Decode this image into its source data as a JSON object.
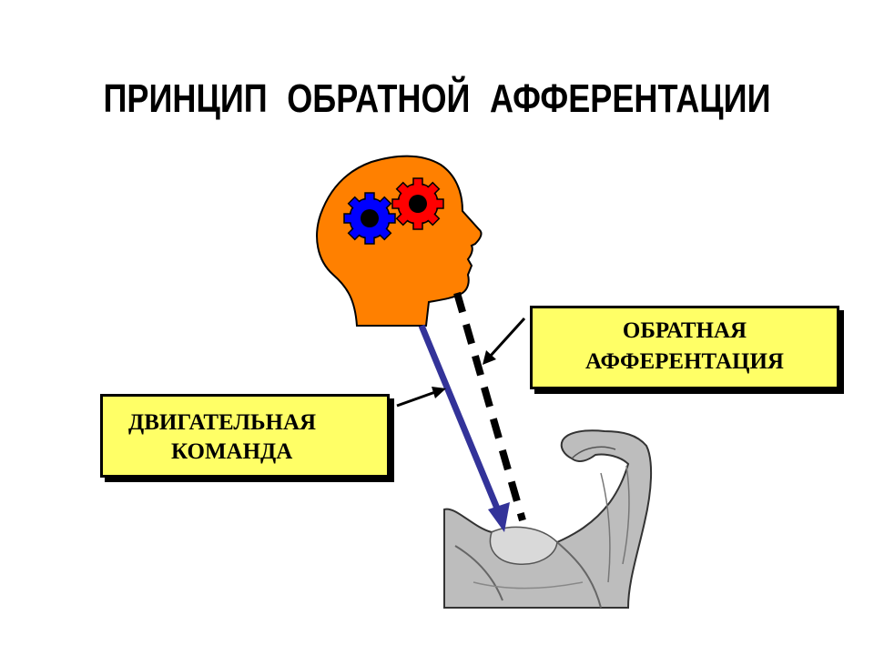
{
  "title": "ПРИНЦИП  ОБРАТНОЙ  АФФЕРЕНТАЦИИ",
  "motor_command": {
    "line1": "ДВИГАТЕЛЬНАЯ",
    "line2": "КОМАНДА"
  },
  "feedback": {
    "line1": "ОБРАТНАЯ",
    "line2": "АФФЕРЕНТАЦИЯ"
  },
  "colors": {
    "head": "#ff8000",
    "gear_blue": "#0000ff",
    "gear_red": "#ff0000",
    "motor_arrow": "#333399",
    "label_box": "#ffff66",
    "arm": "#bdbdbd"
  }
}
